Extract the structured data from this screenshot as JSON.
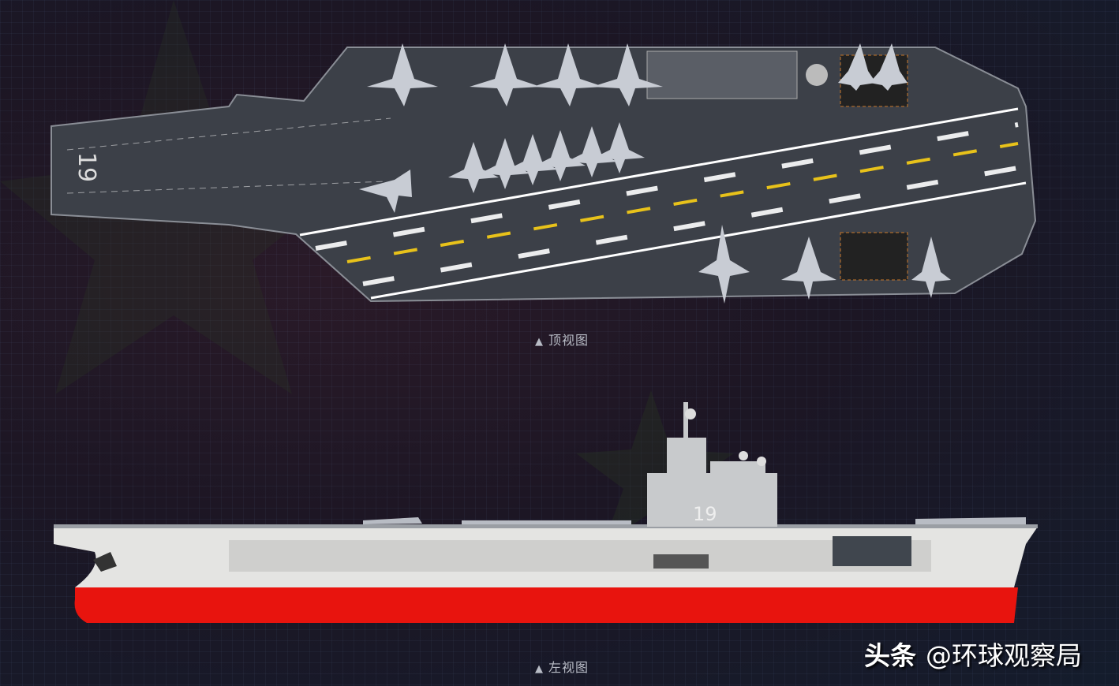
{
  "top_view": {
    "caption": "顶视图",
    "caption_marker": "▲",
    "hull_number": "19"
  },
  "side_view": {
    "caption": "左视图",
    "caption_marker": "▲",
    "hull_number": "19"
  },
  "watermark": {
    "brand": "头条",
    "handle": "@环球观察局"
  },
  "colors": {
    "deck": "#3c4048",
    "hull_upper": "#e4e4e2",
    "hull_lower": "#e8140e",
    "deck_stripe_yellow": "#e8c21a"
  }
}
